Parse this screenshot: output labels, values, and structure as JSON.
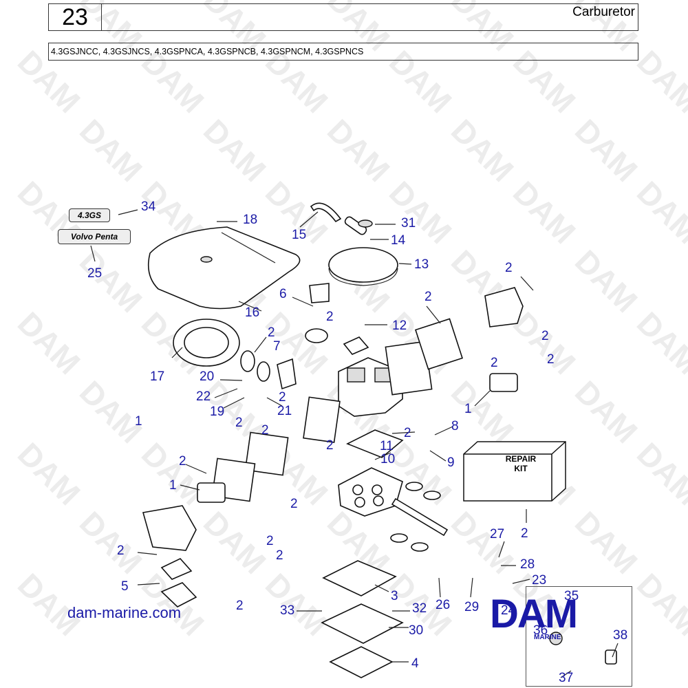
{
  "header": {
    "page_number": "23",
    "title": "Carburetor",
    "models": "4.3GSJNCC, 4.3GSJNCS, 4.3GSPNCA, 4.3GSPNCB, 4.3GSPNCM, 4.3GSPNCS"
  },
  "watermark": "DAM",
  "badges": {
    "model_badge": "4.3GS",
    "brand_badge": "Volvo Penta"
  },
  "repair_kit": {
    "line1": "REPAIR",
    "line2": "KIT"
  },
  "website": "dam-marine.com",
  "logo": {
    "text": "DAM",
    "sub": "MARINE"
  },
  "callouts": [
    "34",
    "18",
    "31",
    "15",
    "14",
    "25",
    "13",
    "2",
    "6",
    "2",
    "12",
    "16",
    "2",
    "2",
    "7",
    "2",
    "2",
    "2",
    "17",
    "20",
    "22",
    "19",
    "21",
    "2",
    "1",
    "1",
    "2",
    "2",
    "8",
    "2",
    "2",
    "11",
    "9",
    "10",
    "2",
    "2",
    "1",
    "2",
    "27",
    "2",
    "2",
    "28",
    "23",
    "2",
    "5",
    "2",
    "3",
    "33",
    "32",
    "26",
    "29",
    "24",
    "35",
    "36",
    "38",
    "30",
    "4",
    "37"
  ]
}
